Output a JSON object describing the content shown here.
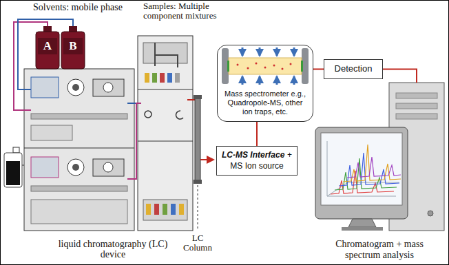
{
  "diagram": {
    "nodes": [
      {
        "text": [
          "A"
        ]
      },
      {
        "text": [
          "B"
        ]
      },
      {
        "text": [
          "Mass spectrometer e.g., Quadropole-MS, other ion traps, etc."
        ]
      },
      {
        "text": [
          "Detection"
        ]
      },
      {
        "text": [
          "LC-MS Interface",
          "+ MS Ion source"
        ]
      },
      {
        "text": [
          "Chromatogram + mass spectrum analysis"
        ]
      }
    ],
    "edges": [
      {
        "from": 4,
        "to": 2,
        "arrow": "none"
      },
      {
        "from": 2,
        "to": 3,
        "arrow": "none"
      },
      {
        "from": 3,
        "to": 5,
        "arrow": "none"
      }
    ],
    "labels": [
      "Solvents: mobile phase",
      "Samples: Multiple component mixtures",
      "liquid chromatography (LC) device",
      "LC Column"
    ]
  }
}
